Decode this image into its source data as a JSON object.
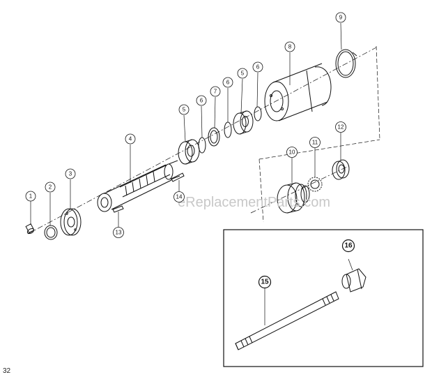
{
  "watermark": "eReplacementParts.com",
  "page_number": "32",
  "callouts": {
    "p1": "1",
    "p2": "2",
    "p3": "3",
    "p4": "4",
    "p5a": "5",
    "p6a": "6",
    "p7": "7",
    "p6b": "6",
    "p5b": "5",
    "p6c": "6",
    "p8": "8",
    "p9": "9",
    "p10": "10",
    "p11": "11",
    "p12": "12",
    "p13": "13",
    "p14": "14",
    "p15": "15",
    "p16": "16"
  }
}
